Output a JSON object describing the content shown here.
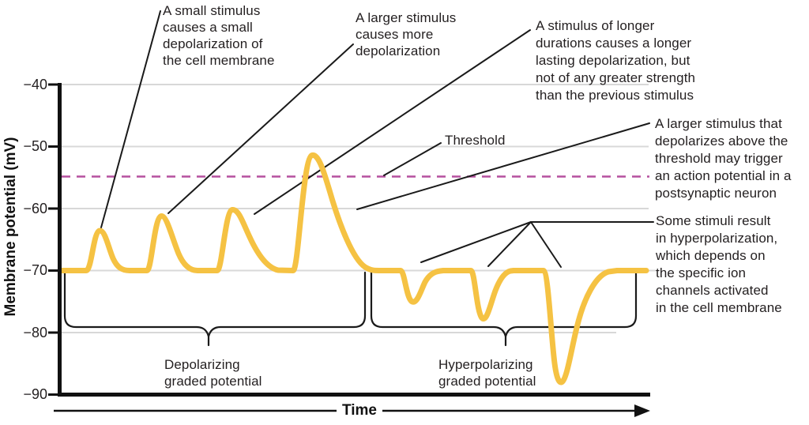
{
  "axis": {
    "y_label": "Membrane potential (mV)",
    "x_label": "Time",
    "y_ticks": [
      "−40",
      "−50",
      "−60",
      "−70",
      "−80",
      "−90"
    ]
  },
  "threshold": {
    "label": "Threshold",
    "value_mV": -55
  },
  "annotations": {
    "small_stimulus": "A small stimulus\ncauses a small\ndepolarization of\nthe cell membrane",
    "larger_stimulus": "A larger stimulus\ncauses more\ndepolarization",
    "longer_stimulus": "A stimulus of longer\ndurations causes a longer\nlasting depolarization, but\nnot of any greater strength\nthan the previous stimulus",
    "above_threshold": "A larger stimulus that\ndepolarizes above the\nthreshold may trigger\nan action potential in a\npostsynaptic neuron",
    "hyperpolarization": "Some stimuli result\nin hyperpolarization,\nwhich depends on\nthe specific ion\nchannels activated\nin the cell membrane"
  },
  "braces": {
    "depolarizing": "Depolarizing\ngraded potential",
    "hyperpolarizing": "Hyperpolarizing\ngraded potential"
  },
  "colors": {
    "curve": "#F5C243",
    "threshold_line": "#B5519F",
    "gridline": "#D8D8D8",
    "ink": "#1A1A1A"
  },
  "chart_data": {
    "type": "line",
    "title": "",
    "xlabel": "Time",
    "ylabel": "Membrane potential (mV)",
    "ylim": [
      -90,
      -40
    ],
    "yticks": [
      -40,
      -50,
      -60,
      -70,
      -80,
      -90
    ],
    "grid": true,
    "resting_potential_mV": -70,
    "threshold_mV": -55,
    "threshold_line_style": "dashed",
    "legend": "none",
    "series": [
      {
        "name": "Membrane potential",
        "events": [
          {
            "type": "depolarization",
            "peak_mV": -63.5,
            "cause": "small stimulus"
          },
          {
            "type": "depolarization",
            "peak_mV": -61,
            "cause": "larger stimulus"
          },
          {
            "type": "depolarization",
            "peak_mV": -60.5,
            "cause": "longer-duration stimulus, longer lasting but not stronger"
          },
          {
            "type": "depolarization",
            "peak_mV": -51.5,
            "crosses_threshold": true,
            "cause": "larger stimulus that depolarizes above threshold"
          },
          {
            "type": "hyperpolarization",
            "trough_mV": -75
          },
          {
            "type": "hyperpolarization",
            "trough_mV": -78
          },
          {
            "type": "hyperpolarization",
            "trough_mV": -88
          }
        ]
      }
    ],
    "regions": [
      {
        "label": "Depolarizing graded potential",
        "portion": "first four deflections"
      },
      {
        "label": "Hyperpolarizing graded potential",
        "portion": "last three deflections"
      }
    ]
  }
}
